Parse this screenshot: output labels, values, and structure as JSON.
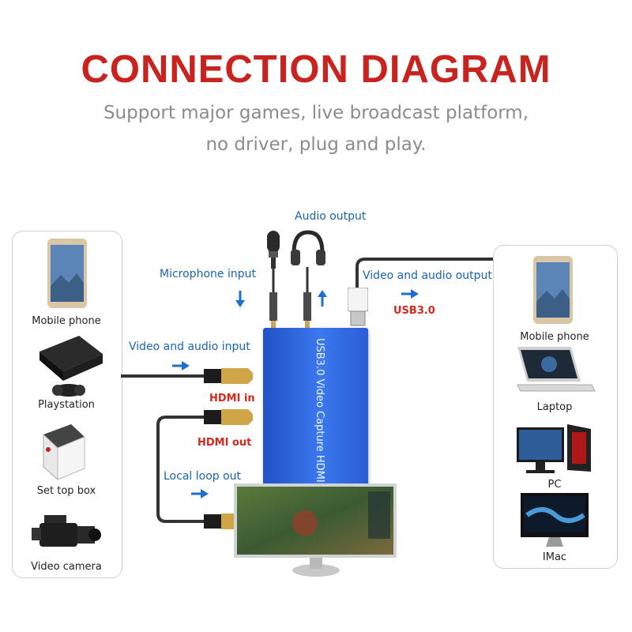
{
  "header": {
    "title": "CONNECTION DIAGRAM",
    "subtitle_line1": "Support major games, live broadcast platform,",
    "subtitle_line2": "no driver, plug and play."
  },
  "labels": {
    "audio_output": "Audio output",
    "microphone_input": "Microphone input",
    "video_audio_output": "Video and audio output",
    "usb": "USB3.0",
    "video_audio_input": "Video and audio input",
    "hdmi_in": "HDMI in",
    "hdmi_out": "HDMI out",
    "local_loop_out": "Local loop out"
  },
  "capture_box": {
    "text": "USB3.0 Video Capture HDMI 4K"
  },
  "left_devices": [
    {
      "label": "Mobile phone",
      "icon": "mobile-phone-icon"
    },
    {
      "label": "Playstation",
      "icon": "playstation-icon"
    },
    {
      "label": "Set top box",
      "icon": "set-top-box-icon"
    },
    {
      "label": "Video camera",
      "icon": "video-camera-icon"
    }
  ],
  "right_devices": [
    {
      "label": "Mobile phone",
      "icon": "mobile-phone-icon"
    },
    {
      "label": "Laptop",
      "icon": "laptop-icon"
    },
    {
      "label": "PC",
      "icon": "pc-icon"
    },
    {
      "label": "IMac",
      "icon": "imac-icon"
    }
  ],
  "colors": {
    "title": "#c8231f",
    "capture_box": "#2b5fd6",
    "labels": "#1a64b8",
    "accent_red": "#d42a1e"
  }
}
